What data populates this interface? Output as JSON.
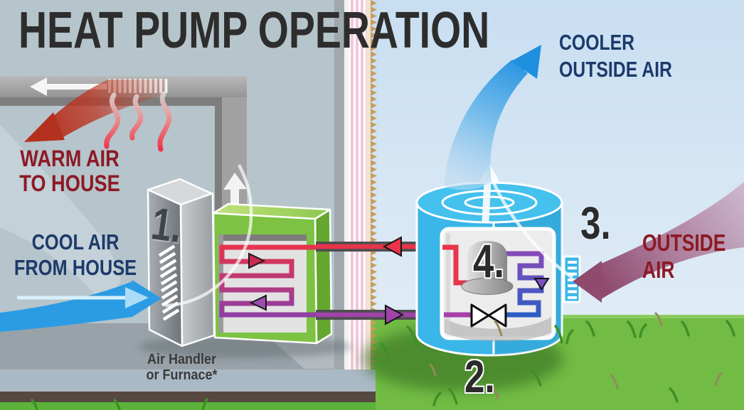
{
  "title": "HEAT PUMP OPERATION",
  "annotations": {
    "warm_air_line1": "WARM AIR",
    "warm_air_line2": "TO HOUSE",
    "cool_air_line1": "COOL AIR",
    "cool_air_line2": "FROM HOUSE",
    "cooler_outside_line1": "COOLER",
    "cooler_outside_line2": "OUTSIDE AIR",
    "outside_air_line1": "OUTSIDE",
    "outside_air_line2": "AIR",
    "equipment_caption_line1": "Air Handler",
    "equipment_caption_line2": "or Furnace*"
  },
  "steps": {
    "step1": "1.",
    "step2": "2.",
    "step3": "3.",
    "step4": "4."
  },
  "colors": {
    "title_text": "#2d2d2d",
    "warm_text_red": "#8c1a25",
    "cool_text_navy": "#1c3a6b",
    "indoor_background": "#b6c4cb",
    "sky_top": "#c8def1",
    "sky_bottom": "#e7f0f8",
    "grass_green": "#72bc45",
    "duct_gray": "#a8a8a8",
    "air_handler_gray": "#7f858b",
    "coil_box_green": "#7dc242",
    "coil_hot_red": "#e8344a",
    "coil_cold_purple": "#8b3fa8",
    "outdoor_unit_cyan": "#3ab6e8",
    "outdoor_coil_blue": "#2a5fc4",
    "warm_arrow_red": "#b5311f",
    "cool_arrow_blue": "#2b9ce4",
    "cooler_air_arrow_blue": "#1f8fe0",
    "outside_air_arrow_maroon": "#8f4a6e",
    "liquid_line_purple": "#a044a8",
    "insulation_pink": "#f3c7da",
    "soil_brown": "#57483f",
    "foundation_gray": "#aab9c6"
  }
}
